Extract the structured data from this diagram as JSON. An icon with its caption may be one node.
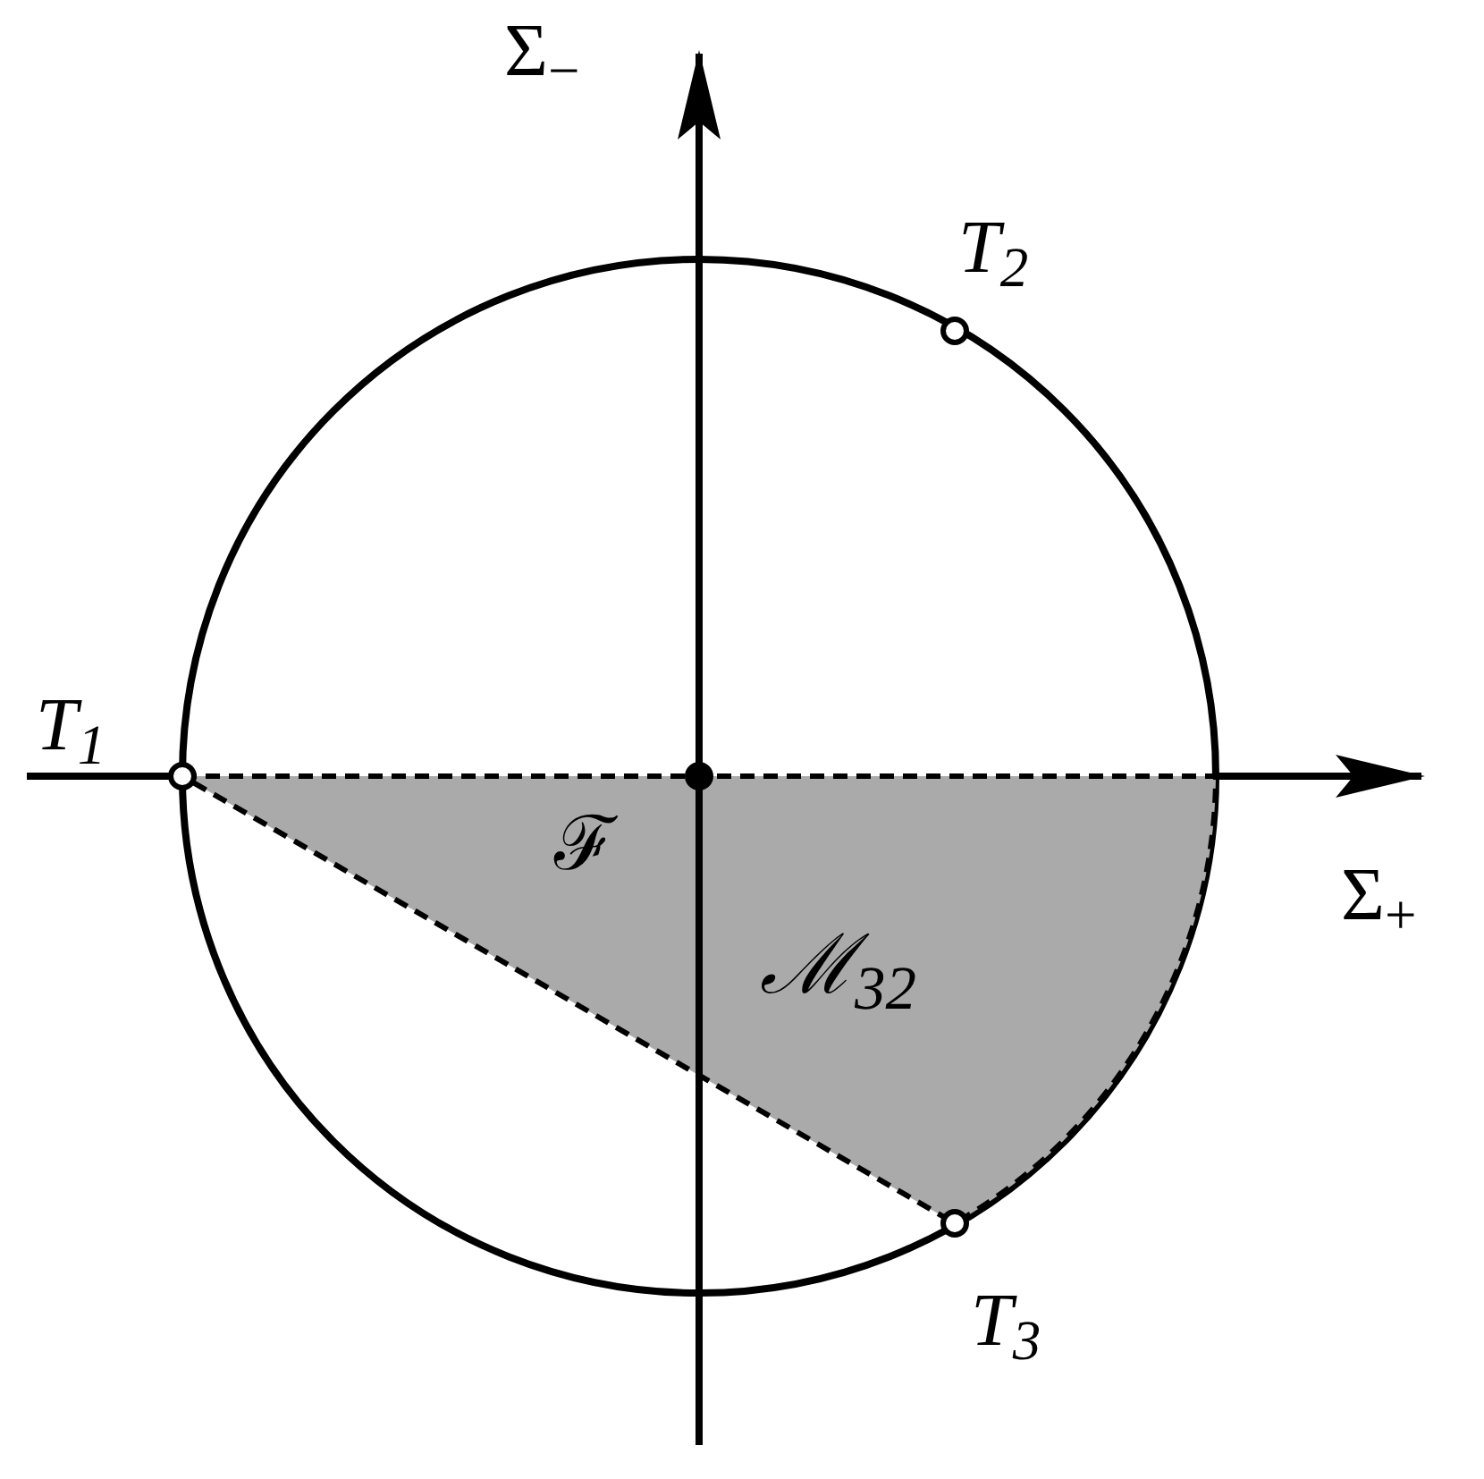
{
  "diagram": {
    "nodes": [
      {
        "text": [],
        "shape": "circle",
        "beside": [
          "T$_{1}$"
        ]
      },
      {
        "text": [],
        "shape": "circle",
        "beside": [
          "T$_{2}$"
        ]
      },
      {
        "text": [],
        "shape": "circle",
        "beside": [
          "T$_{3}$"
        ]
      },
      {
        "text": [],
        "shape": "circle"
      },
      {
        "text": [
          "ℳ$_{32}$"
        ]
      }
    ],
    "labels": [
      "Σ$_{−}$",
      "Σ$_{+}$",
      "ℱ"
    ]
  }
}
